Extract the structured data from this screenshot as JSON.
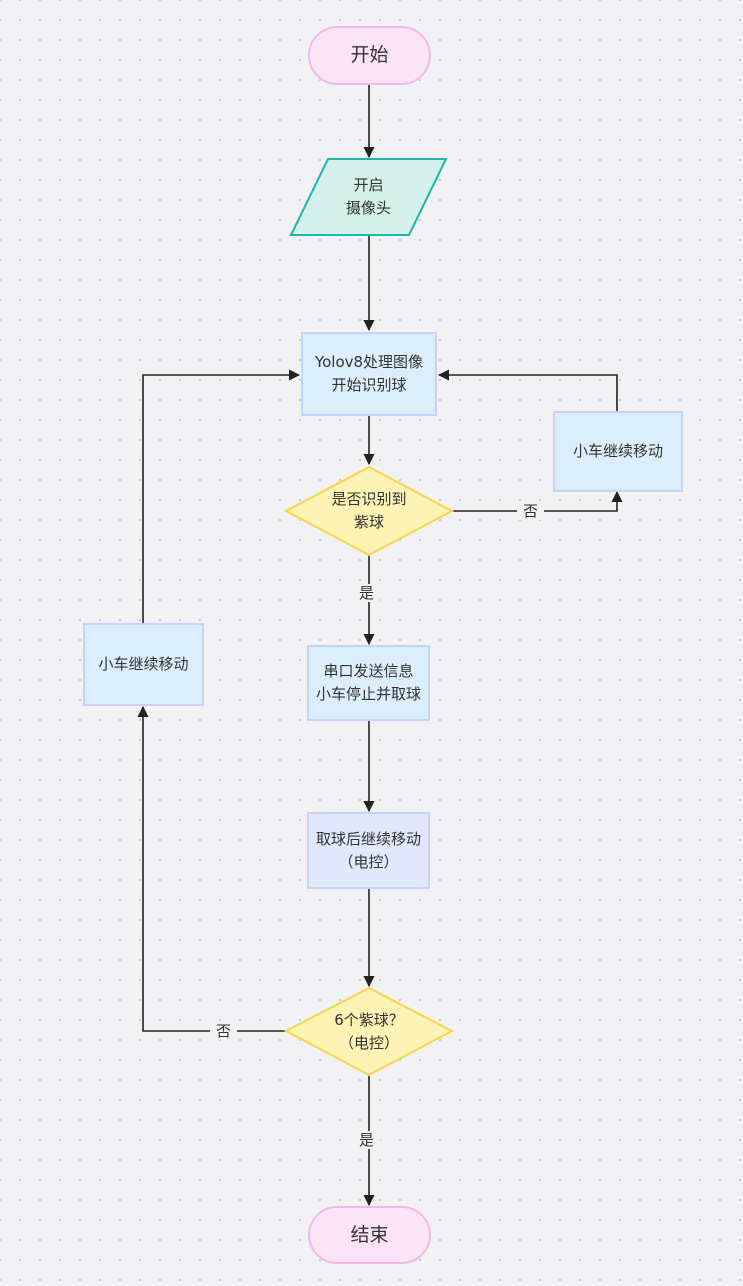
{
  "nodes": {
    "start": {
      "text": "开始"
    },
    "camera": {
      "line1": "开启",
      "line2": "摄像头"
    },
    "yolo": {
      "line1": "Yolov8处理图像",
      "line2": "开始识别球"
    },
    "decide_purple": {
      "line1": "是否识别到",
      "line2": "紫球"
    },
    "move_right": {
      "text": "小车继续移动"
    },
    "send_serial": {
      "line1": "串口发送信息",
      "line2": "小车停止并取球"
    },
    "after_pick": {
      "line1": "取球后继续移动",
      "line2": "（电控）"
    },
    "decide_six": {
      "line1": "6个紫球？",
      "line2": "（电控）"
    },
    "move_left": {
      "text": "小车继续移动"
    },
    "end": {
      "text": "结束"
    }
  },
  "edges": {
    "no_right": "否",
    "yes_purple": "是",
    "no_left": "否",
    "yes_six": "是"
  },
  "colors": {
    "terminal_fill": "#fbe4f5",
    "terminal_stroke": "#f2b9e6",
    "io_fill": "#d4f1ea",
    "io_stroke": "#1fb6a6",
    "process_fill": "#dbeefb",
    "process_stroke": "#c7d2f7",
    "process2_fill": "#e2e8fb",
    "decision_fill": "#fdf3b4",
    "decision_stroke": "#f6d64a",
    "line": "#222222"
  }
}
